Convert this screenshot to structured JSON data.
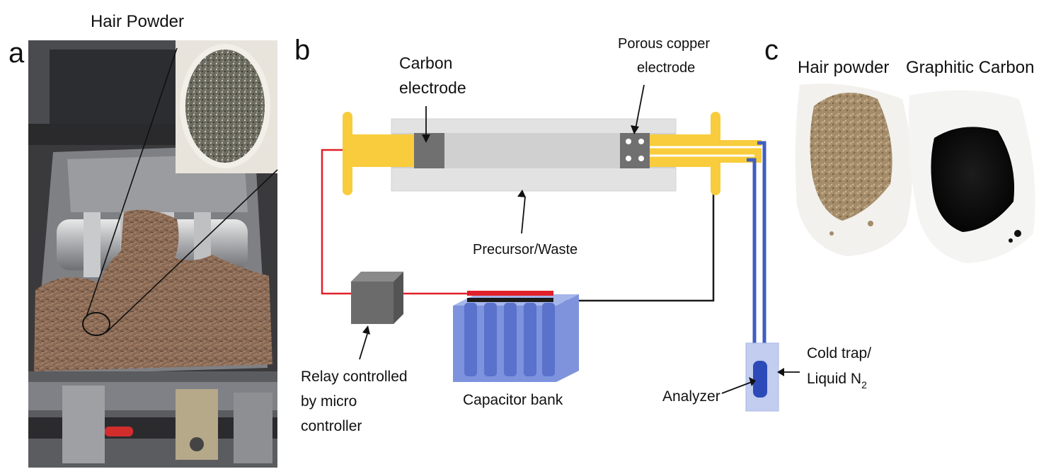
{
  "panel_a": {
    "letter": "a",
    "title": "Hair Powder"
  },
  "panel_b": {
    "letter": "b",
    "labels": {
      "carbon_electrode_line1": "Carbon",
      "carbon_electrode_line2": "electrode",
      "copper_electrode_line1": "Porous copper",
      "copper_electrode_line2": "electrode",
      "precursor": "Precursor/Waste",
      "relay_line1": "Relay controlled",
      "relay_line2": "by micro",
      "relay_line3": "controller",
      "capacitor": "Capacitor bank",
      "analyzer": "Analyzer",
      "cold_trap_line1": "Cold trap/",
      "cold_trap_line2": "Liquid N",
      "cold_trap_sub": "2"
    },
    "colors": {
      "electrode_holder": "#f8cc3c",
      "tube": "#e2e2e2",
      "electrode": "#707070",
      "positive_wire": "#e0202a",
      "negative_wire": "#1a1a1a",
      "gas_line": "#3f5fc0",
      "capacitor": "#6f86d8"
    }
  },
  "panel_c": {
    "letter": "c",
    "left_label": "Hair powder",
    "right_label": "Graphitic Carbon"
  }
}
